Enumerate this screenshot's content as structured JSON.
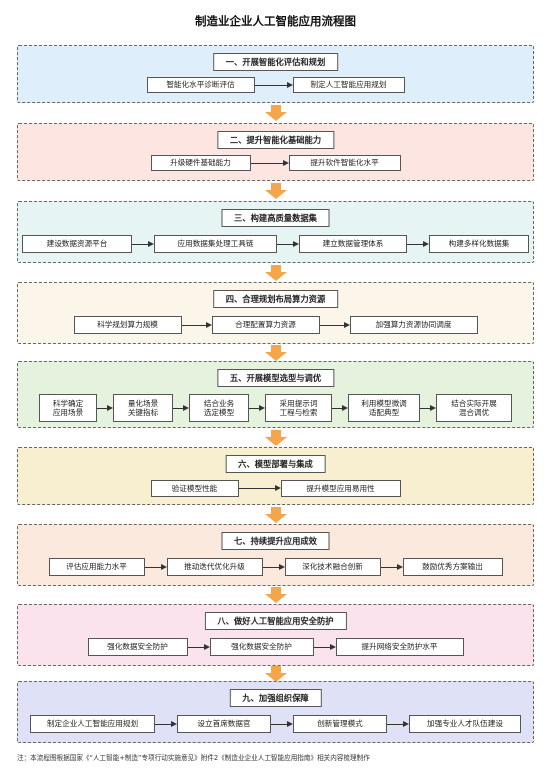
{
  "title": "制造业企业人工智能应用流程图",
  "sections": [
    {
      "heading": "一、开展智能化评估和规划",
      "bg": "#deeefa",
      "items": [
        "智能化水平诊断评估",
        "制定人工智能应用规划"
      ]
    },
    {
      "heading": "二、提升智能化基础能力",
      "bg": "#fde6e1",
      "items": [
        "升级硬件基础能力",
        "提升软件智能化水平"
      ]
    },
    {
      "heading": "三、构建高质量数据集",
      "bg": "#e6f5f4",
      "items": [
        "建设数据资源平台",
        "应用数据集处理工具链",
        "建立数据管理体系",
        "构建多样化数据集"
      ]
    },
    {
      "heading": "四、合理规划布局算力资源",
      "bg": "#fbf6e9",
      "items": [
        "科学规划算力规模",
        "合理配置算力资源",
        "加强算力资源协同调度"
      ]
    },
    {
      "heading": "五、开展模型选型与调优",
      "bg": "#e5f2de",
      "items": [
        "科学确定\n应用场景",
        "量化场景\n关键指标",
        "结合业务\n选定模型",
        "采用提示词\n工程与检索",
        "利用模型微调\n适配典型",
        "结合实际开展\n混合调优"
      ]
    },
    {
      "heading": "六、模型部署与集成",
      "bg": "#f8efd1",
      "items": [
        "验证模型性能",
        "提升模型应用易用性"
      ]
    },
    {
      "heading": "七、持续提升应用成效",
      "bg": "#fce9dd",
      "items": [
        "评估应用能力水平",
        "推动迭代优化升级",
        "深化技术融合创新",
        "鼓励优秀方案输出"
      ]
    },
    {
      "heading": "八、做好人工智能应用安全防护",
      "bg": "#fbe3ee",
      "items": [
        "强化数据安全防护",
        "强化数据安全防护",
        "提升网络安全防护水平"
      ]
    },
    {
      "heading": "九、加强组织保障",
      "bg": "#dfe1f7",
      "items": [
        "制定企业人工智能应用规划",
        "设立首席数据官",
        "创新管理模式",
        "加强专业人才队伍建设"
      ]
    }
  ],
  "note": "注：本流程图根据国家《“人工智能+制造”专项行动实施意见》附件2《制造业企业人工智能应用指南》相关内容梳理制作",
  "colors": {
    "arrow_fill": "#f5a54a",
    "border": "#555555"
  },
  "icons": {
    "connector": "right-arrow-icon",
    "step_link": "down-arrow-icon"
  }
}
